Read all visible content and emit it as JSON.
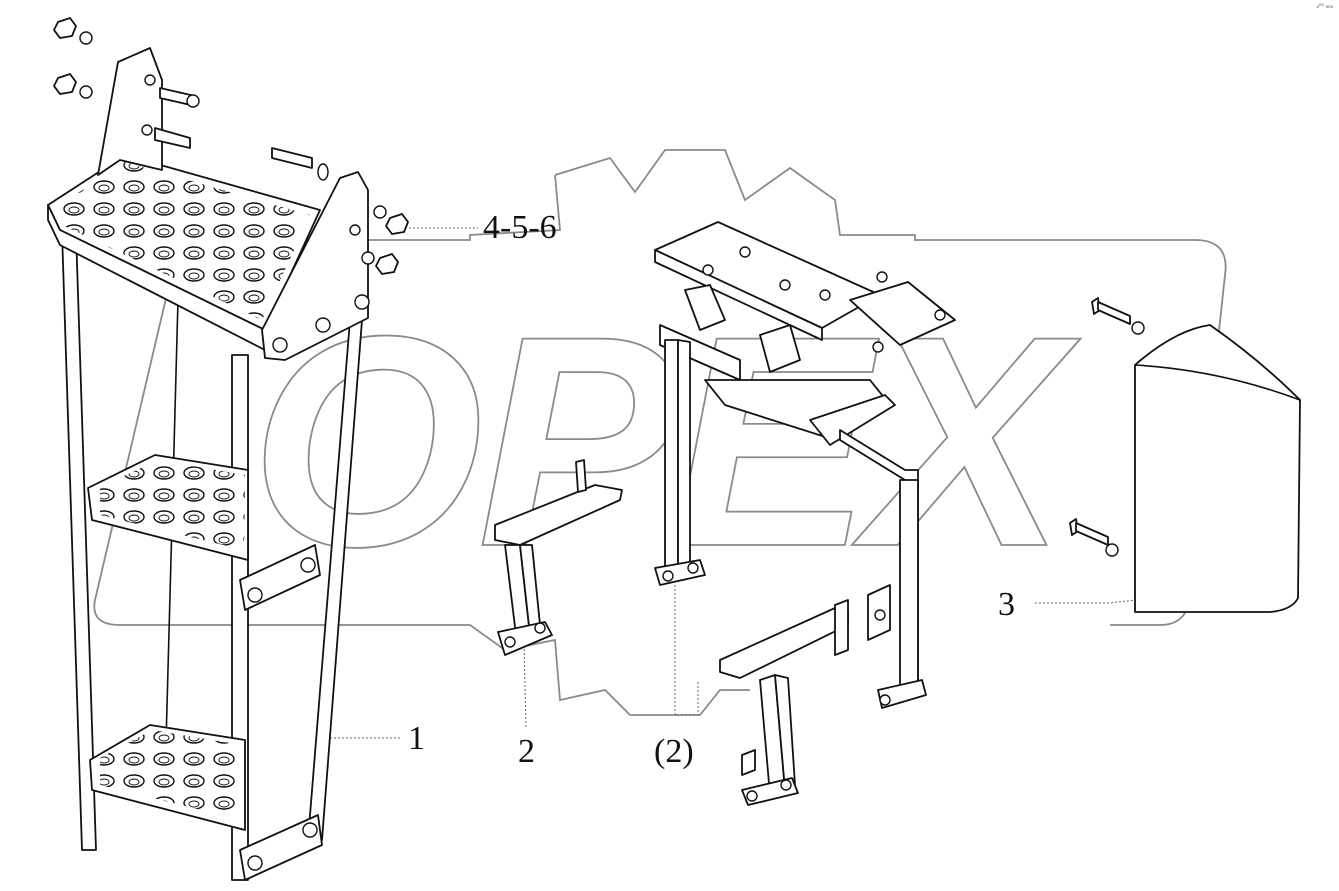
{
  "diagram": {
    "watermark_text": "OPEX",
    "corner_tag": "₀⁰⁰ ₀₀₀",
    "callouts": [
      {
        "id": "c1",
        "text": "1"
      },
      {
        "id": "c2",
        "text": "2"
      },
      {
        "id": "c2b",
        "text": "(2)"
      },
      {
        "id": "c3",
        "text": "3"
      },
      {
        "id": "c456",
        "text": "4-5-6"
      }
    ]
  }
}
